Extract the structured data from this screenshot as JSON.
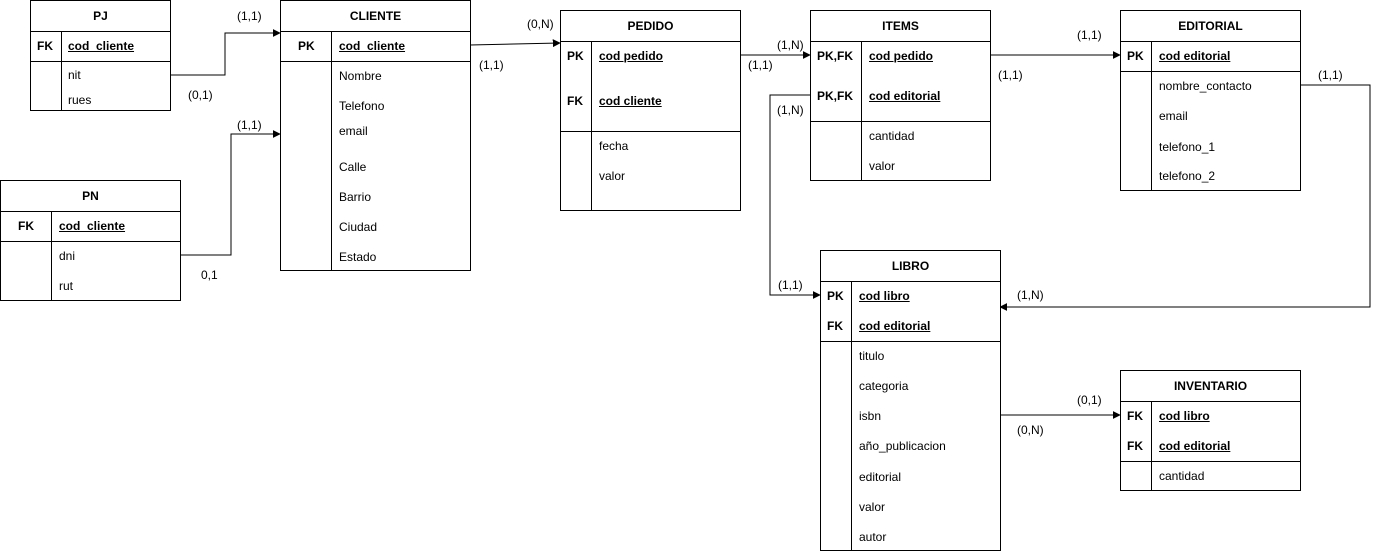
{
  "entities": {
    "pj": {
      "title": "PJ",
      "keys": [
        "FK"
      ],
      "key_attrs": [
        "cod_cliente"
      ],
      "attrs": [
        "nit",
        "rues"
      ]
    },
    "pn": {
      "title": "PN",
      "keys": [
        "FK"
      ],
      "key_attrs": [
        "cod_cliente"
      ],
      "attrs": [
        "dni",
        "rut"
      ]
    },
    "cliente": {
      "title": "CLIENTE",
      "keys": [
        "PK"
      ],
      "key_attrs": [
        "cod_cliente"
      ],
      "attrs": [
        "Nombre",
        "Telefono",
        "email",
        "Calle",
        "Barrio",
        "Ciudad",
        "Estado"
      ]
    },
    "pedido": {
      "title": "PEDIDO",
      "keys": [
        "PK",
        "FK"
      ],
      "key_attrs": [
        "cod pedido",
        "cod cliente"
      ],
      "attrs": [
        "fecha",
        "valor"
      ]
    },
    "items": {
      "title": "ITEMS",
      "keys": [
        "PK,FK",
        "PK,FK"
      ],
      "key_attrs": [
        "cod pedido",
        "cod editorial"
      ],
      "attrs": [
        "cantidad",
        "valor"
      ]
    },
    "editorial": {
      "title": "EDITORIAL",
      "keys": [
        "PK"
      ],
      "key_attrs": [
        "cod editorial"
      ],
      "attrs": [
        "nombre_contacto",
        "email",
        "telefono_1",
        "telefono_2"
      ]
    },
    "libro": {
      "title": "LIBRO",
      "keys": [
        "PK",
        "FK"
      ],
      "key_attrs": [
        "cod libro",
        "cod editorial"
      ],
      "attrs": [
        "titulo",
        "categoria",
        "isbn",
        "año_publicacion",
        "editorial",
        "valor",
        "autor"
      ]
    },
    "inventario": {
      "title": "INVENTARIO",
      "keys": [
        "FK",
        "FK"
      ],
      "key_attrs": [
        "cod libro",
        "cod editorial"
      ],
      "attrs": [
        "cantidad"
      ]
    }
  },
  "cardinalities": {
    "pj_cliente_near_cliente": "(1,1)",
    "pj_cliente_near_pj": "(0,1)",
    "pn_cliente_near_cliente": "(1,1)",
    "pn_cliente_near_pn": "0,1",
    "cliente_pedido_near_pedido": "(0,N)",
    "cliente_pedido_near_cliente": "(1,1)",
    "pedido_items_near_items": "(1,N)",
    "pedido_items_near_pedido": "(1,1)",
    "items_editorial_near_editorial": "(1,1)",
    "items_editorial_near_items": "(1,1)",
    "items_libro_near_items": "(1,N)",
    "items_libro_near_libro": "(1,1)",
    "editorial_libro_near_editorial": "(1,1)",
    "editorial_libro_near_libro": "(1,N)",
    "libro_inventario_near_inventario": "(0,1)",
    "libro_inventario_near_libro": "(0,N)"
  },
  "colors": {
    "line": "#000000",
    "background": "#ffffff"
  }
}
